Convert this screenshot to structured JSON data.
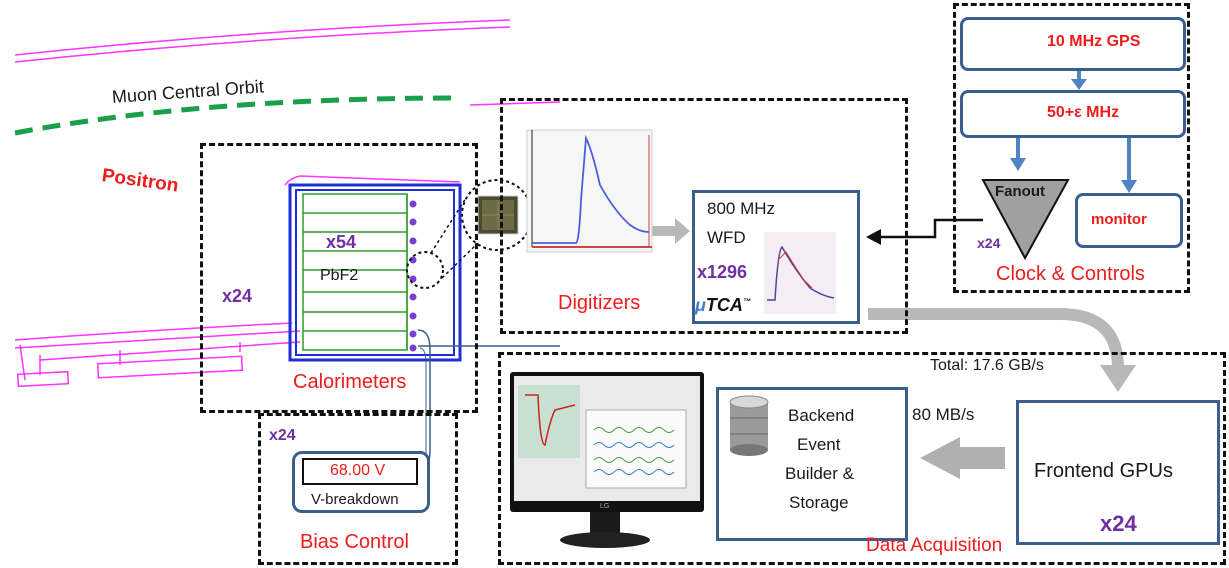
{
  "labels": {
    "muon_orbit": "Muon Central Orbit",
    "positron": "Positron",
    "calorimeters": "Calorimeters",
    "x24_calo": "x24",
    "x54": "x54",
    "pbf2": "PbF2",
    "digitizers": "Digitizers",
    "wfd_line1": "800 MHz",
    "wfd_line2": "WFD",
    "x1296": "x1296",
    "utca_mu": "μ",
    "utca_rest": "TCA",
    "utca_tm": "™",
    "gps": "10 MHz GPS",
    "clock50": "50+ε MHz",
    "fanout": "Fanout",
    "monitor": "monitor",
    "x24_fanout": "x24",
    "clock_controls": "Clock & Controls",
    "total_rate": "Total: 17.6 GB/s",
    "frontend": "Frontend GPUs",
    "x24_frontend": "x24",
    "rate_80": "80 MB/s",
    "backend": [
      "Backend",
      "Event",
      "Builder &",
      "Storage"
    ],
    "data_acquisition": "Data Acquisition",
    "monitor_brand": "LG",
    "x24_bias": "x24",
    "voltage": "68.00 V",
    "vbreakdown": "V-breakdown",
    "bias_control": "Bias Control"
  },
  "colors": {
    "red_label": "#ee1c1c",
    "purple_label": "#7030a0",
    "orbit_green": "#1aa04a",
    "beam_magenta": "#ff33ff",
    "calo_blue": "#1f2fd8",
    "crystal_green": "#2e9d2e",
    "box_border": "#3a5f8f",
    "arrow_blue": "#4f84c4",
    "arrow_gray": "#b0b0b0"
  },
  "icons": [
    "sine-wave-icon",
    "fast-wave-icon",
    "database-icon",
    "lcd-monitor-icon",
    "sipm-chip-icon",
    "pulse-plot-icon"
  ]
}
